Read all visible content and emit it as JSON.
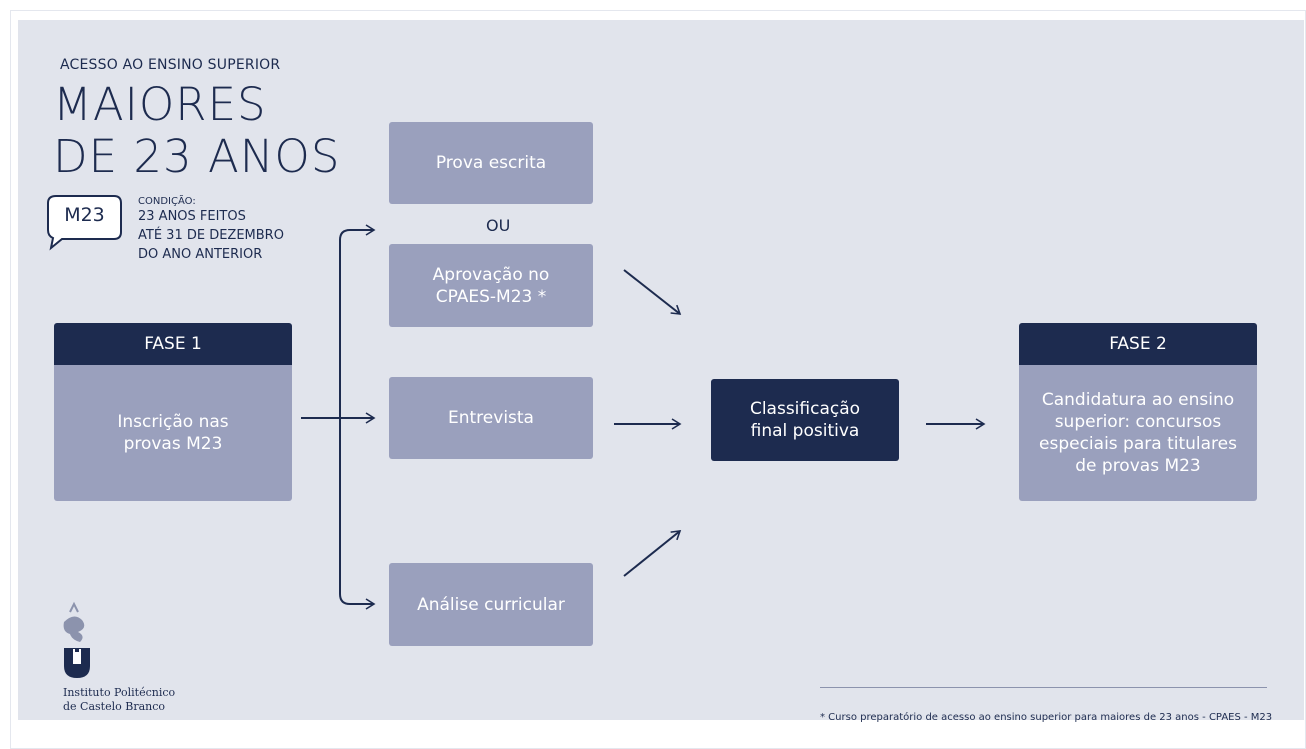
{
  "header": {
    "subtitle": "ACESSO AO ENSINO SUPERIOR",
    "title_line1": "MAIORES",
    "title_line2": "DE 23 ANOS"
  },
  "badge": {
    "label": "M23"
  },
  "condition": {
    "label": "CONDIÇÃO:",
    "line1": "23 ANOS FEITOS",
    "line2": "ATÉ 31 DE DEZEMBRO",
    "line3": "DO ANO ANTERIOR"
  },
  "phase1": {
    "header": "FASE 1",
    "body": "Inscrição nas provas M23"
  },
  "options": {
    "written_exam": "Prova escrita",
    "or_label": "OU",
    "cpaes": "Aprovação no CPAES-M23 *",
    "interview": "Entrevista",
    "curricular": "Análise curricular"
  },
  "result": {
    "label": "Classificação final positiva"
  },
  "phase2": {
    "header": "FASE 2",
    "body": "Candidatura ao ensino superior: concursos especiais para titulares de provas M23"
  },
  "footnote": "* Curso preparatório de acesso ao ensino superior para maiores de 23 anos - CPAES - M23",
  "institution": {
    "line1": "Instituto Politécnico",
    "line2": "de Castelo Branco"
  },
  "colors": {
    "navy": "#1d2b4f",
    "box": "#9aa0bd",
    "background": "#e1e4ec"
  }
}
